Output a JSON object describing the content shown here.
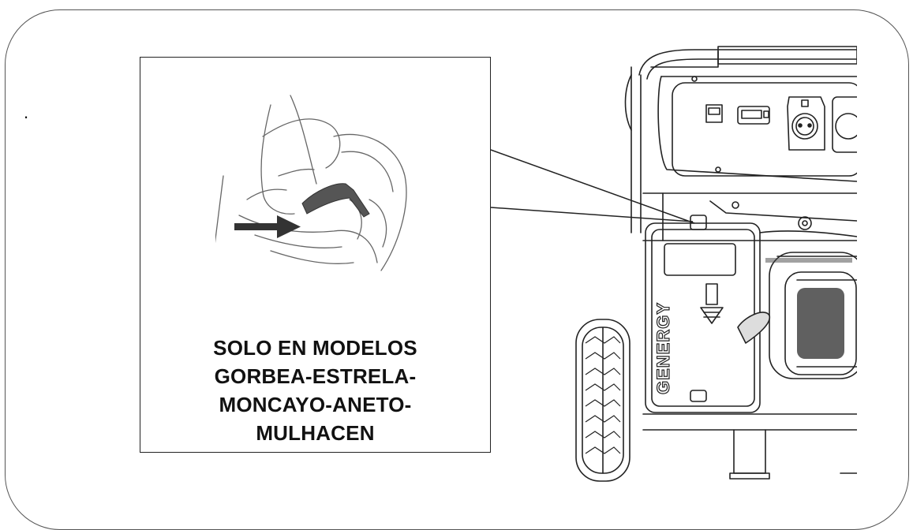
{
  "page": {
    "bullet": "."
  },
  "inset": {
    "caption_lines": [
      "SOLO EN MODELOS",
      "GORBEA-ESTRELA-",
      "MONCAYO-ANETO-",
      "MULHACEN"
    ],
    "arrow_direction": "right"
  },
  "generator": {
    "brand_logo": "GENERGY",
    "icons": [
      "switch-icon",
      "hour-meter-icon",
      "socket-icon",
      "down-arrow-icon",
      "fuel-cap-icon",
      "wheel-icon"
    ]
  },
  "colors": {
    "line": "#222222",
    "fill_dark": "#555555",
    "background": "#ffffff"
  }
}
